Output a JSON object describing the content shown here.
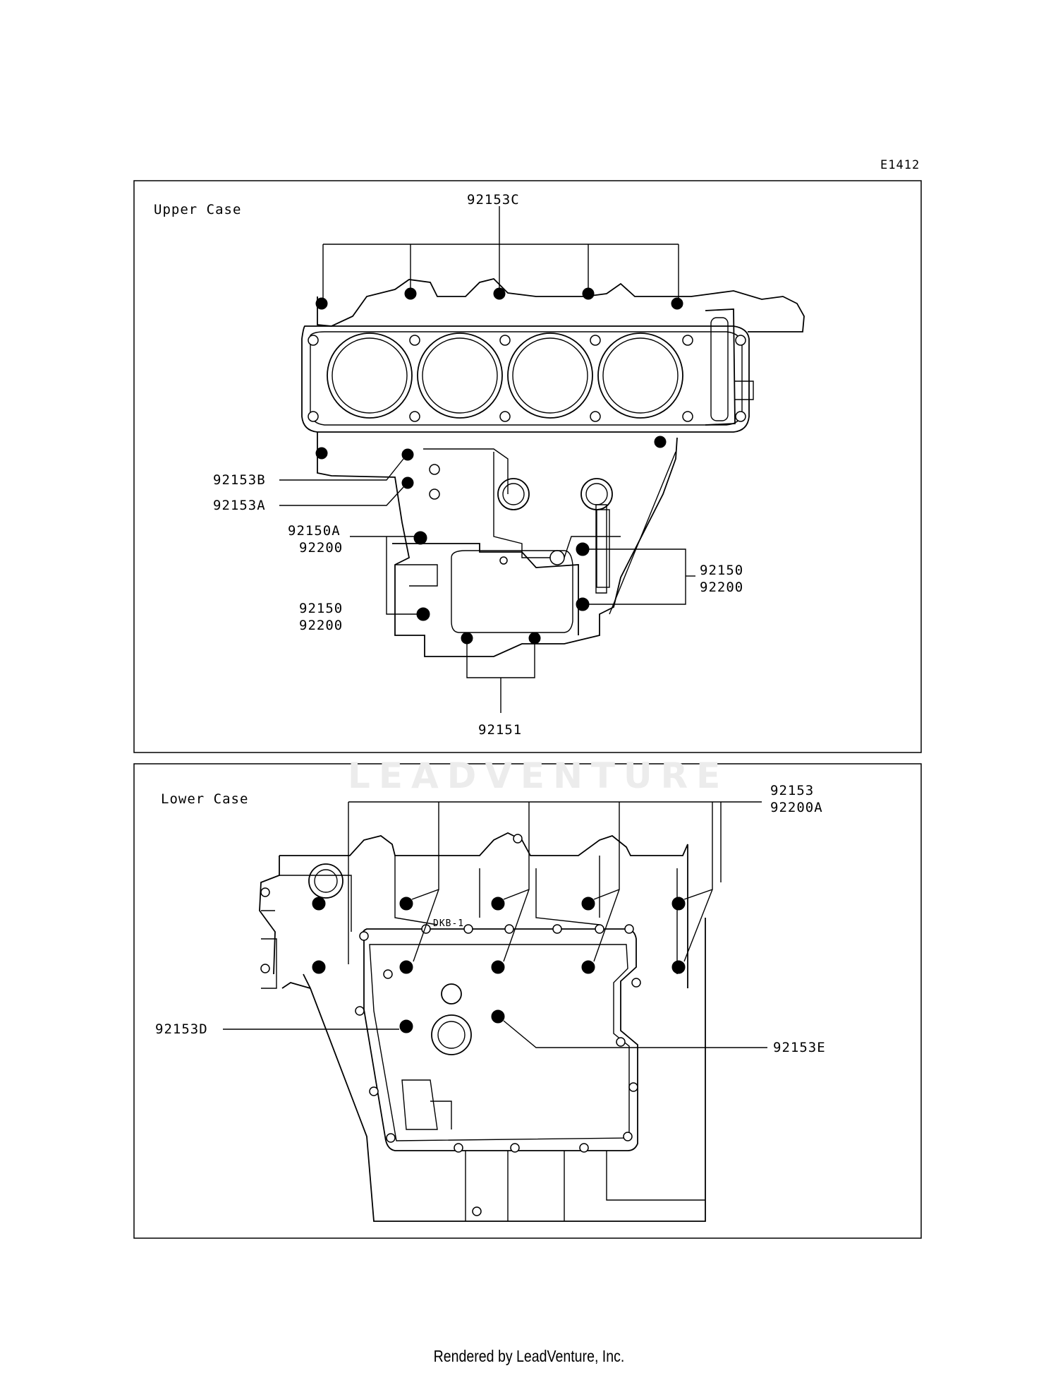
{
  "diagram_ref": "E1412",
  "watermark": "LEADVENTURE",
  "footer": "Rendered by LeadVenture, Inc.",
  "upper": {
    "title": "Upper Case",
    "labels": {
      "c92153C": "92153C",
      "c92153B": "92153B",
      "c92153A": "92153A",
      "c92150A": "92150A",
      "c92200_a": "92200",
      "c92150_left": "92150",
      "c92200_left": "92200",
      "c92150_right": "92150",
      "c92200_right": "92200",
      "c92151": "92151"
    }
  },
  "lower": {
    "title": "Lower Case",
    "stamp": "DKB-1",
    "labels": {
      "c92153": "92153",
      "c92200A": "92200A",
      "c92153D": "92153D",
      "c92153E": "92153E"
    }
  }
}
